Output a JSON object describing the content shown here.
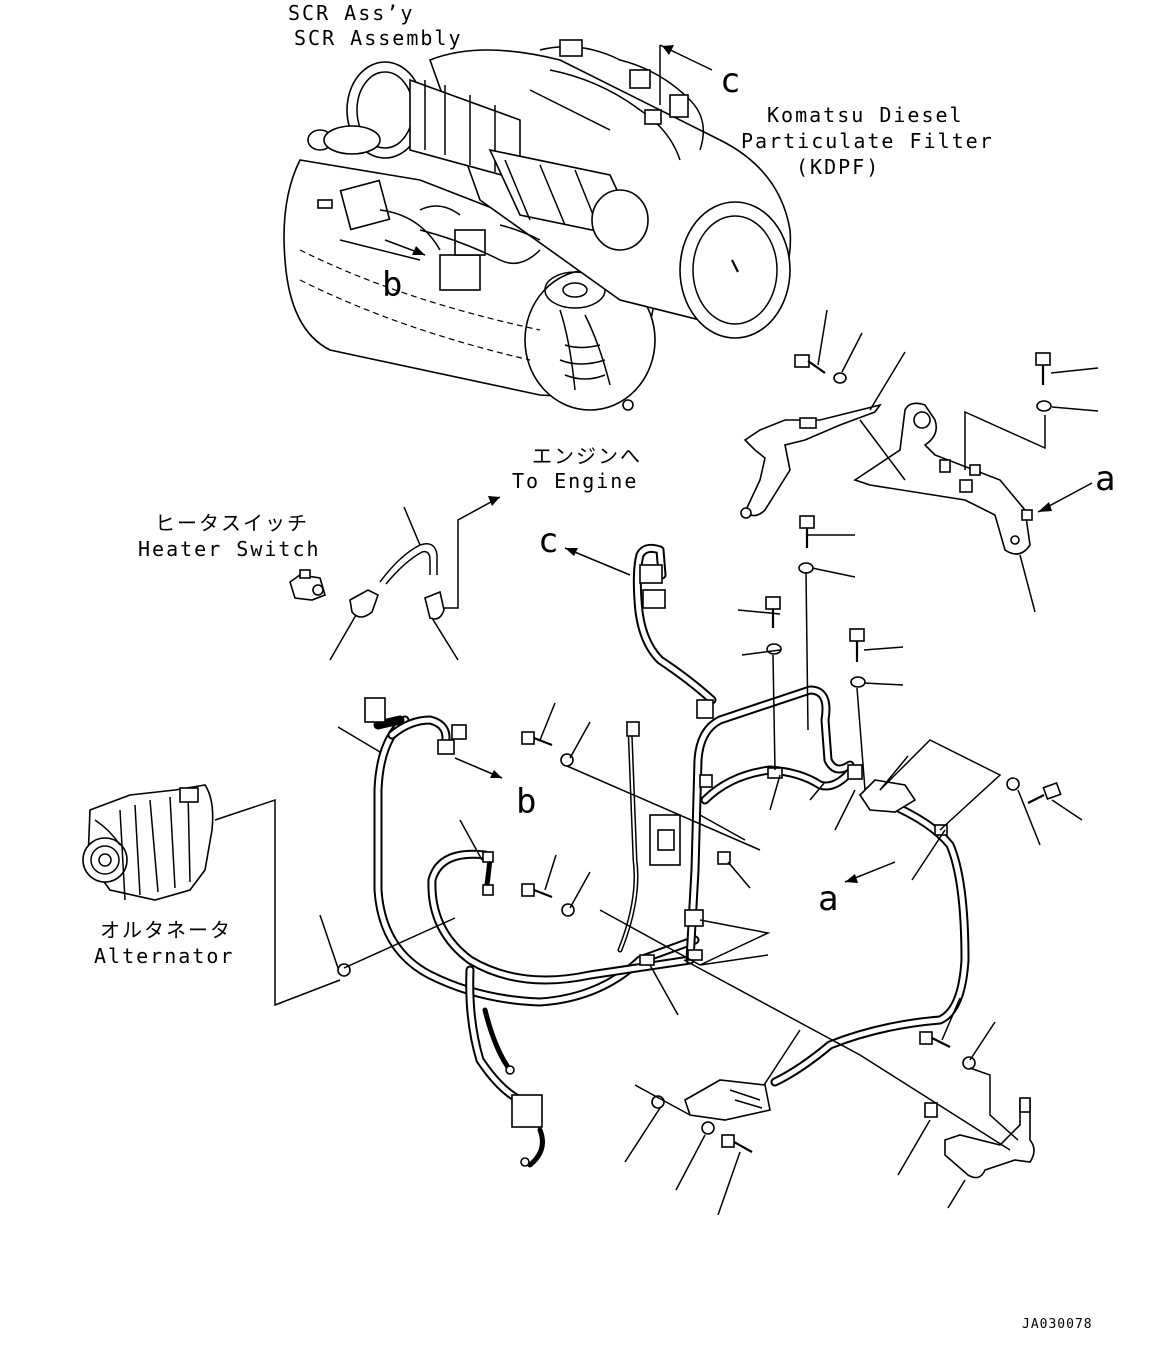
{
  "labels": {
    "scr_ja": "SCR Ass’y",
    "scr_en": "SCR Assembly",
    "kdpf_line1": "Komatsu Diesel",
    "kdpf_line2": "Particulate Filter",
    "kdpf_line3": "(KDPF)",
    "engine_ja": "エンジンへ",
    "engine_en": "To Engine",
    "heater_ja": "ヒータスイッチ",
    "heater_en": "Heater Switch",
    "alternator_ja": "オルタネータ",
    "alternator_en": "Alternator"
  },
  "references": {
    "a": "a",
    "b": "b",
    "c": "c"
  },
  "drawing_code": "JA030078"
}
